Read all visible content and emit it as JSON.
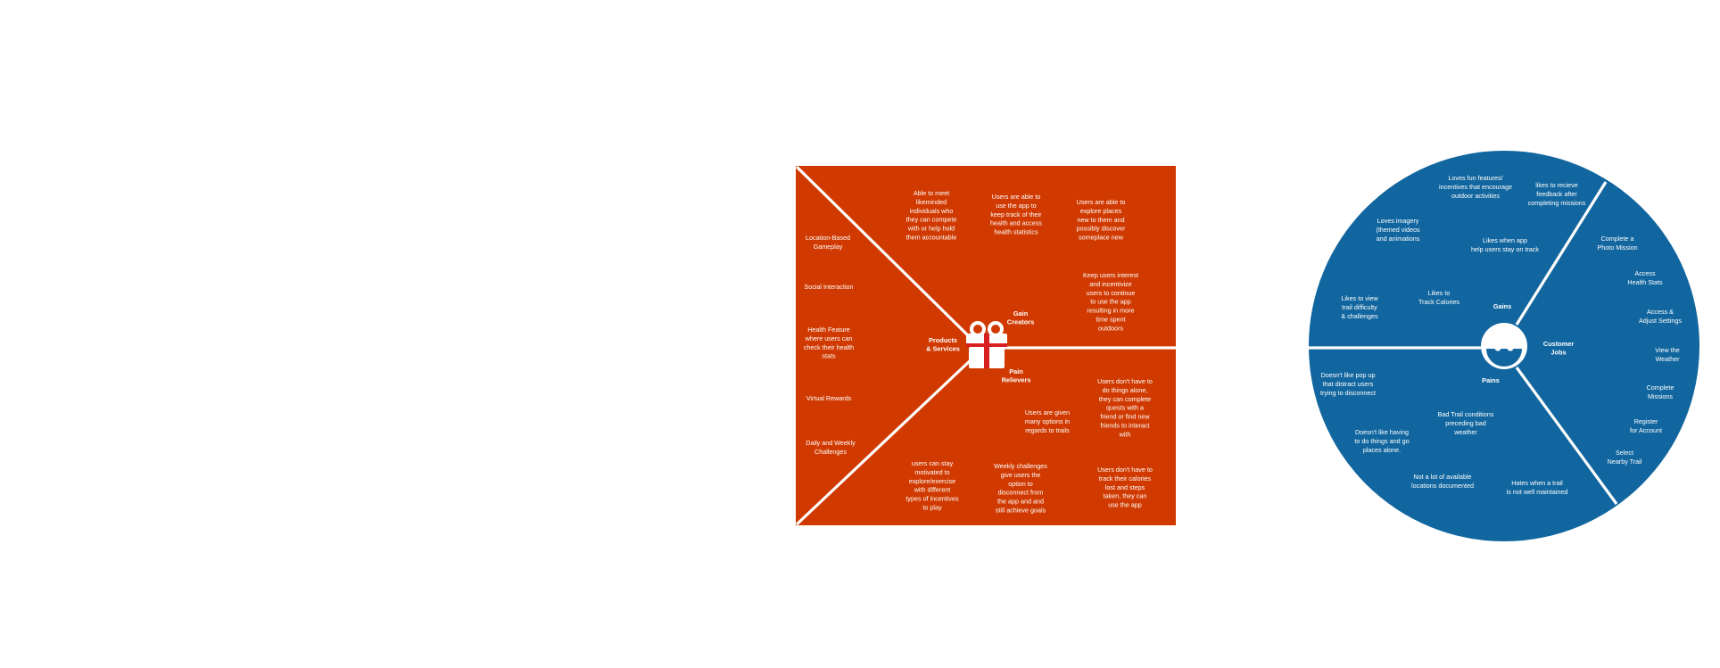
{
  "colors": {
    "orange_panel": "#D03A00",
    "blue_circle": "#12669F",
    "divider": "#ffffff",
    "background": "#ffffff",
    "gift_ribbon": "#D92020"
  },
  "icons": {
    "gift": "gift-icon",
    "face": "face-icon"
  },
  "value_map": {
    "sections": {
      "products_services": "Products\n& Services",
      "gain_creators": "Gain\nCreators",
      "pain_relievers": "Pain\nRelievers"
    },
    "products": [
      "Location-Based\nGameplay",
      "Social Interaction",
      "Health Feature\nwhere users can\ncheck their health\nstats",
      "Virtual Rewards",
      "Daily and Weekly\nChallenges"
    ],
    "gain_creators": [
      "Able to meet\nlikeminded\nindividuals who\nthey can compete\nwith or help hold\nthem accountable",
      "Users are able to\nuse the app to\nkeep track of their\nhealth and access\nhealth statistics",
      "Users are able to\nexplore places\nnew to them and\npossibly discover\nsomeplace new",
      "Keep users interest\nand incentivize\nusers to continue\nto use the app\nresulting in more\ntime spent\noutdoors"
    ],
    "pain_relievers": [
      "Users don't have to\ndo things alone,\nthey can complete\nquests with a\nfriend or find new\nfriends to interact\nwith",
      "Users are given\nmany options in\nregards to trails",
      "users can stay\nmotivated to\nexplore/exercise\nwith different\ntypes of incentives\nto play",
      "Weekly challenges\ngive users the\noption to\ndisconnect from\nthe app and and\nstill achieve goals",
      "Users don't have to\ntrack their calories\nlost and steps\ntaken, they can\nuse the app"
    ]
  },
  "customer_profile": {
    "sections": {
      "gains": "Gains",
      "pains": "Pains",
      "customer_jobs": "Customer\nJobs"
    },
    "gains": [
      "Loves fun features/\nincentives that encourage\noutdoor activities",
      "likes to recieve\nfeedback after\ncompleting missions",
      "Loves imagery\n(themed videos\nand animations",
      "Likes when app\nhelp users stay on track",
      "Likes to view\ntrail difficulty\n& challenges",
      "Likes to\nTrack Calories"
    ],
    "jobs": [
      "Complete a\nPhoto Mission",
      "Access\nHealth Stats",
      "Access &\nAdjust Settings",
      "View  the\nWeather",
      "Complete\nMissions",
      "Register\nfor Account",
      "Select\nNearby Trail"
    ],
    "pains": [
      "Doesn't like pop up\nthat distract users\ntrying to disconnect",
      "Bad Trail conditions\npreceding bad\nweather",
      "Doesn't like having\nto do things and go\nplaces alone.",
      "Not a lot of available\nlocations documented",
      "Hates when a trail\nis not well maintained"
    ]
  }
}
